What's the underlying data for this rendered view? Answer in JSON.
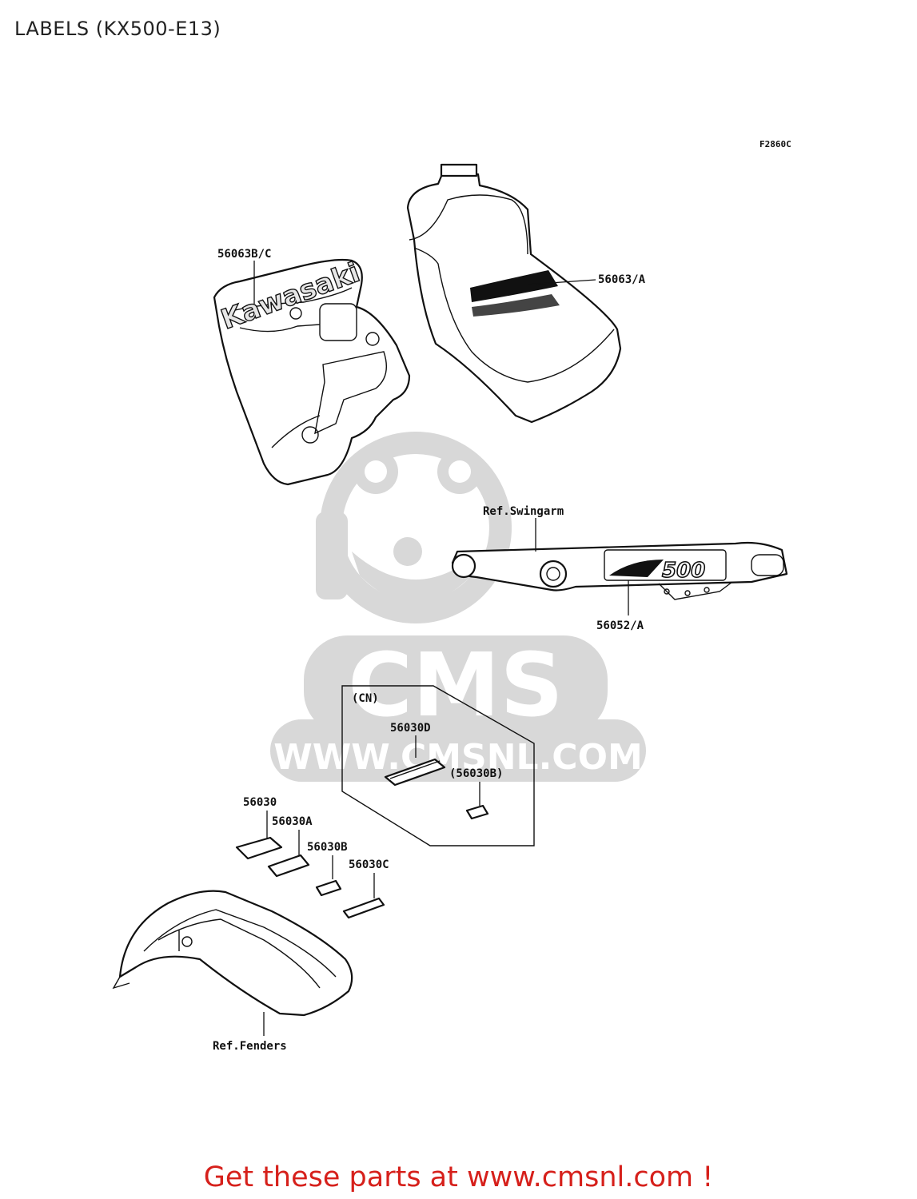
{
  "header": {
    "title": "LABELS (KX500-E13)"
  },
  "figure": {
    "code": "F2860C",
    "watermark": {
      "brand": "CMS",
      "url": "WWW.CMSNL.COM"
    },
    "fuel_tank": {
      "label": "56063/A"
    },
    "shroud": {
      "label": "56063B/C",
      "logo_text": "Kawasaki"
    },
    "swingarm": {
      "ref": "Ref.Swingarm",
      "label": "56052/A",
      "decal_text": "500"
    },
    "cn_box": {
      "title": "(CN)",
      "label_d": "56030D",
      "label_b": "(56030B)"
    },
    "small_labels": [
      "56030",
      "56030A",
      "56030B",
      "56030C"
    ],
    "fender": {
      "ref": "Ref.Fenders"
    }
  },
  "footer": {
    "text": "Get these parts at www.cmsnl.com !"
  }
}
